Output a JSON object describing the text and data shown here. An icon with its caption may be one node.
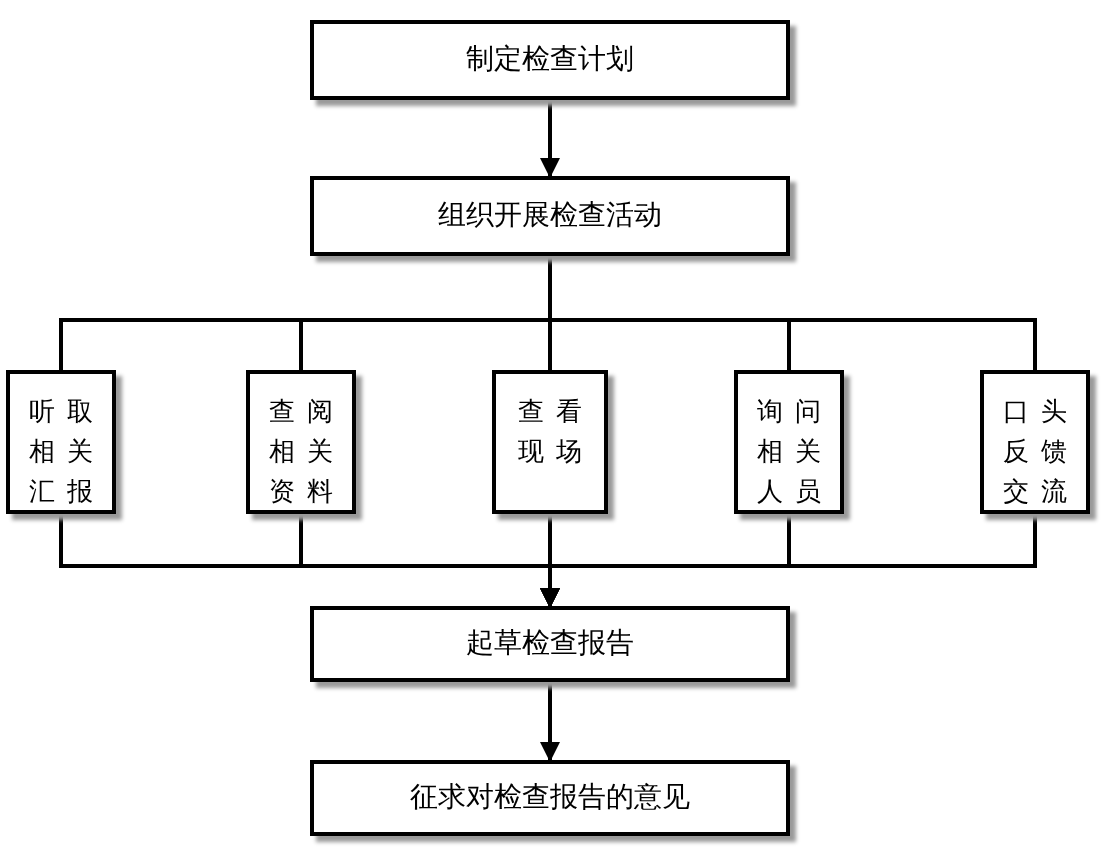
{
  "diagram": {
    "nodes": [
      {
        "text": [
          "制定检查计划"
        ]
      },
      {
        "text": [
          "组织开展检查活动"
        ]
      },
      {
        "text": [
          "听取相关汇报"
        ]
      },
      {
        "text": [
          "查阅相关资料"
        ]
      },
      {
        "text": [
          "查看现场"
        ]
      },
      {
        "text": [
          "询问相关人员"
        ]
      },
      {
        "text": [
          "口头反馈交流"
        ]
      },
      {
        "text": [
          "起草检查报告"
        ]
      },
      {
        "text": [
          "征求对检查报告的意见"
        ]
      }
    ],
    "edges": [
      {
        "from": 0,
        "to": 1,
        "arrow": "to"
      },
      {
        "from": 1,
        "to": 2,
        "arrow": "none"
      },
      {
        "from": 1,
        "to": 3,
        "arrow": "none"
      },
      {
        "from": 1,
        "to": 4,
        "arrow": "none"
      },
      {
        "from": 1,
        "to": 5,
        "arrow": "none"
      },
      {
        "from": 1,
        "to": 6,
        "arrow": "none"
      },
      {
        "from": 2,
        "to": 7,
        "arrow": "to"
      },
      {
        "from": 3,
        "to": 7,
        "arrow": "to"
      },
      {
        "from": 4,
        "to": 7,
        "arrow": "to"
      },
      {
        "from": 5,
        "to": 7,
        "arrow": "to"
      },
      {
        "from": 6,
        "to": 7,
        "arrow": "to"
      },
      {
        "from": 7,
        "to": 8,
        "arrow": "to"
      }
    ]
  }
}
